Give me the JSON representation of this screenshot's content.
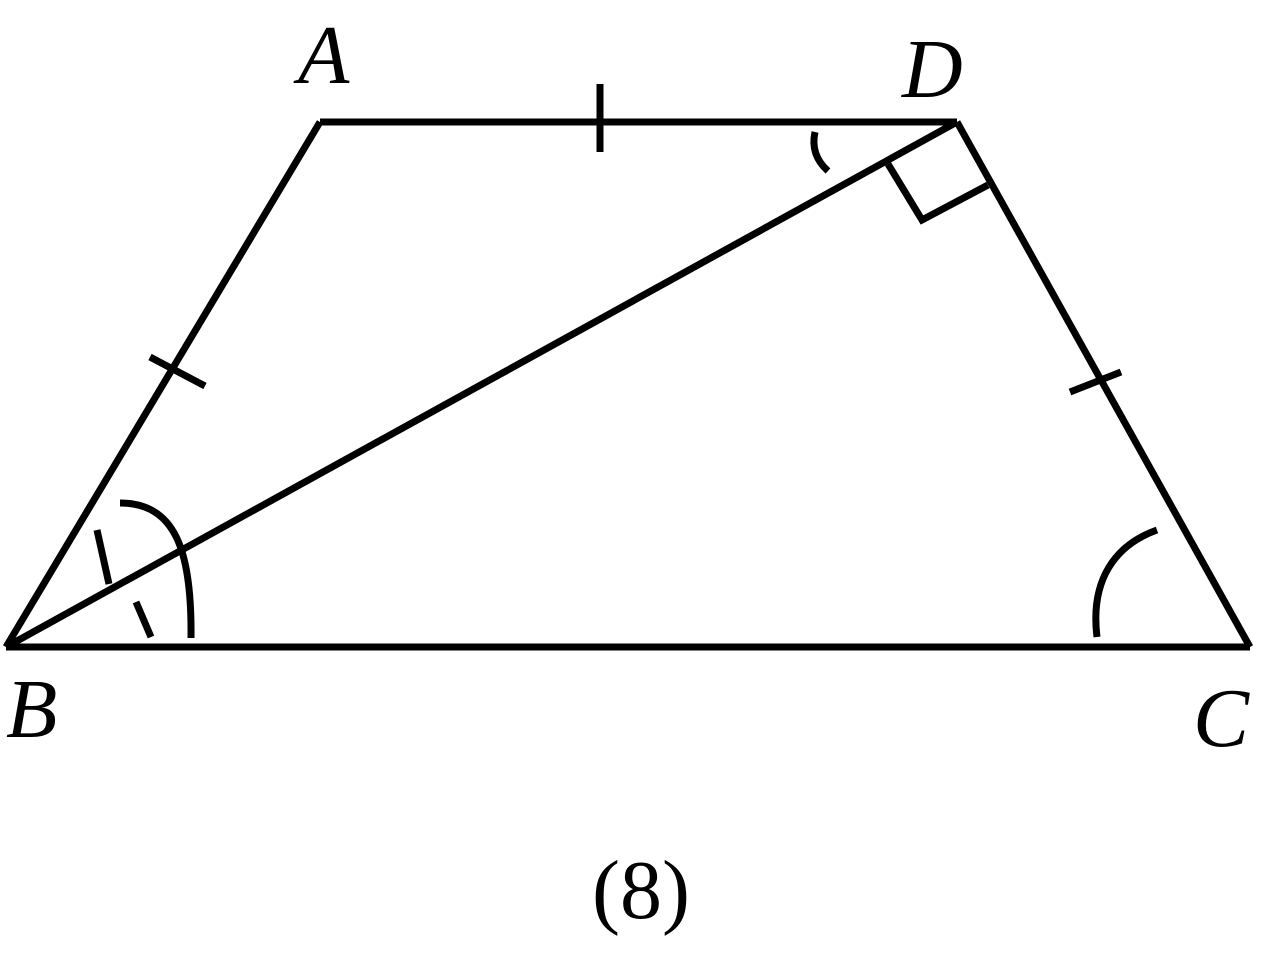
{
  "figure": {
    "vertices": {
      "A": "A",
      "B": "B",
      "C": "C",
      "D": "D"
    },
    "caption": "(8)"
  }
}
